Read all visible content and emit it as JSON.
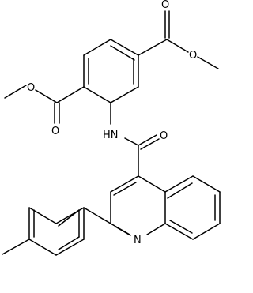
{
  "atom_labels": {
    "ester1_carbonyl_o": "O",
    "ester1_ether_o": "O",
    "ester2_carbonyl_o": "O",
    "ester2_ether_o": "O",
    "amide_nh": "HN",
    "amide_o": "O",
    "quinoline_n": "N"
  },
  "colors": {
    "bond": "#000000",
    "label": "#000000",
    "background": "#ffffff"
  }
}
